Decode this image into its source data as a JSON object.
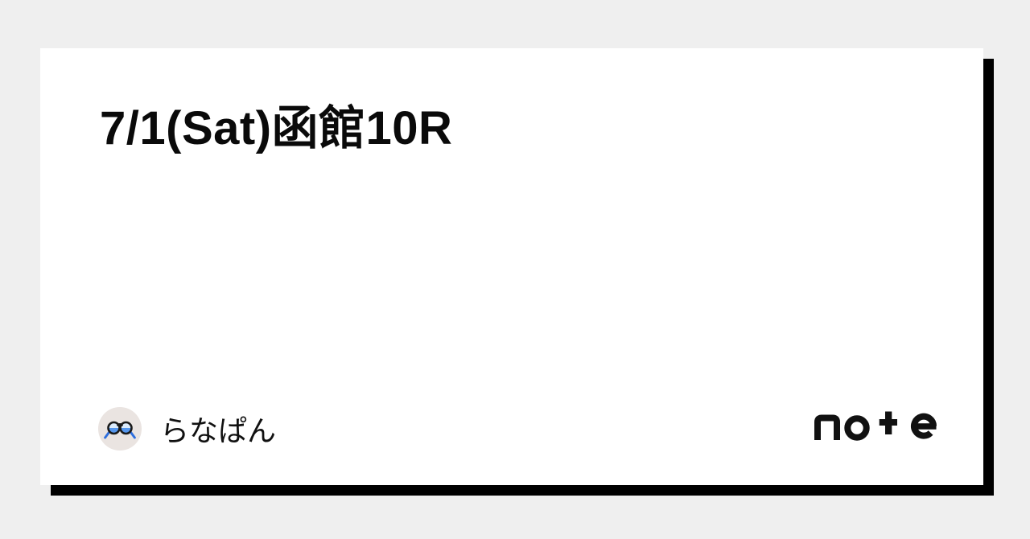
{
  "colors": {
    "background": "#EFEFEF",
    "card_background": "#FFFFFF",
    "card_shadow": "#000000",
    "title_text": "#0A0A0A",
    "author_text": "#111111",
    "note_logo": "#111111",
    "avatar_background": "#EAE4E1",
    "glasses_frame": "#1A1A1A",
    "glasses_arm": "#2F6FDD",
    "glasses_lens_top": "#DCEBFB",
    "glasses_lens_bottom": "#5596EC"
  },
  "card": {
    "title": "7/1(Sat)函館10R",
    "author": {
      "name": "らなぱん",
      "avatar_icon": "glasses-emoji-icon"
    },
    "brand": {
      "logo_text": "note"
    }
  }
}
